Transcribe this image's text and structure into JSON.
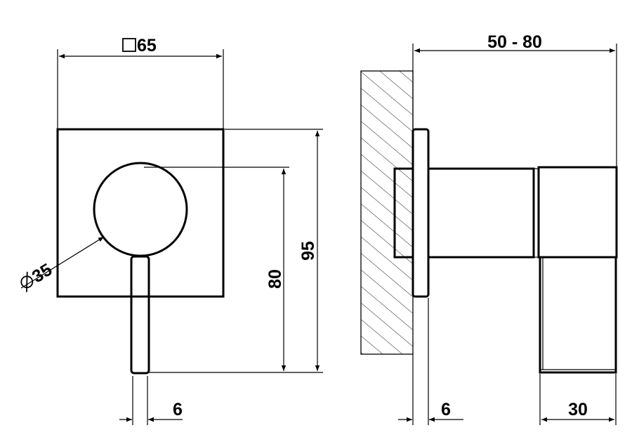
{
  "front_view": {
    "plate_size_label": "65",
    "knob_diameter_label": "35",
    "height_label_inner": "80",
    "height_label_outer": "95",
    "lever_width_label": "6"
  },
  "side_view": {
    "depth_range_label": "50 - 80",
    "plate_thickness_label": "6",
    "lever_depth_label": "30"
  }
}
